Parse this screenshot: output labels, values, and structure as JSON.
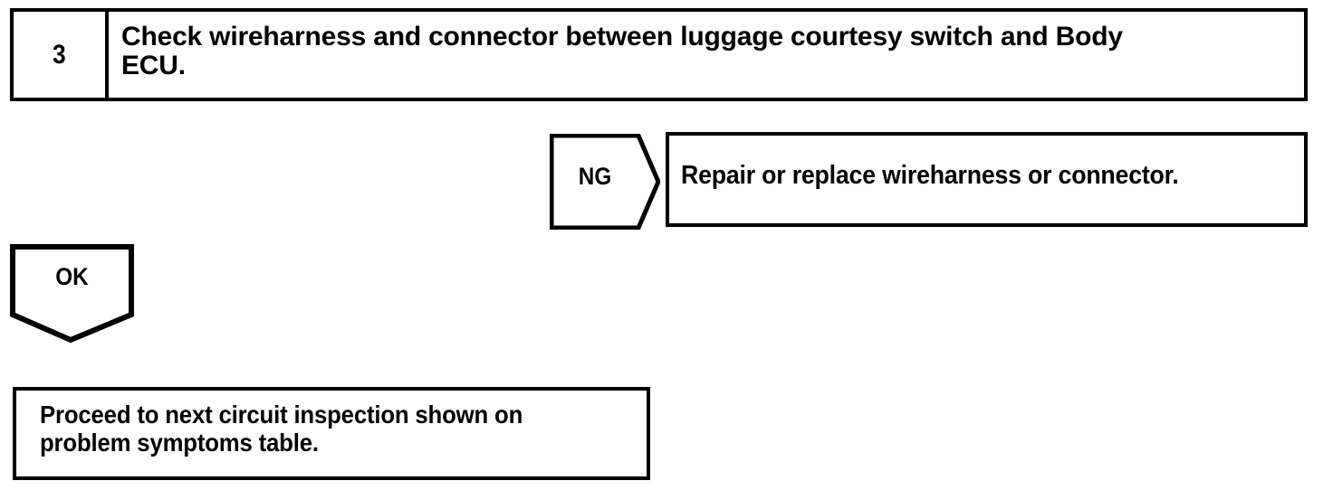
{
  "diagram": {
    "type": "troubleshooting-flowchart",
    "colors": {
      "ink": "#000000",
      "background": "#ffffff"
    },
    "step": {
      "number": "3",
      "instruction": "Check wireharness and connector between luggage courtesy switch and Body\nECU."
    },
    "branches": {
      "ng": {
        "label": "NG",
        "direction": "right",
        "result": "Repair or replace wireharness or connector."
      },
      "ok": {
        "label": "OK",
        "direction": "down",
        "result": "Proceed to next circuit inspection shown on\nproblem symptoms table."
      }
    }
  }
}
